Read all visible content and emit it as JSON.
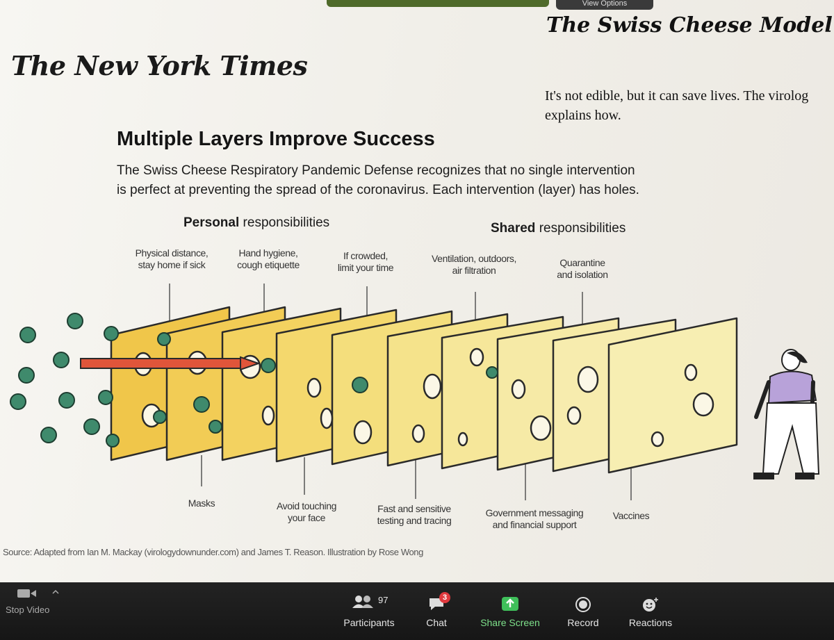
{
  "zoom_top": {
    "view_options": "View Options"
  },
  "article": {
    "logo": "The New York Times",
    "headline": "The Swiss Cheese Model of Defense",
    "subhead_line1": "It's not edible, but it can save lives. The virolog",
    "subhead_line2": "explains how."
  },
  "graphic": {
    "title": "Multiple Layers Improve Success",
    "intro_line1": "The Swiss Cheese Respiratory Pandemic Defense recognizes that no single intervention",
    "intro_line2": "is perfect at preventing the spread of the coronavirus. Each intervention (layer) has holes.",
    "personal_bold": "Personal",
    "personal_rest": " responsibilities",
    "shared_bold": "Shared",
    "shared_rest": " responsibilities",
    "top_labels": [
      {
        "l1": "Physical distance,",
        "l2": "stay home if sick"
      },
      {
        "l1": "Hand hygiene,",
        "l2": "cough etiquette"
      },
      {
        "l1": "If crowded,",
        "l2": "limit your time"
      },
      {
        "l1": "Ventilation, outdoors,",
        "l2": "air filtration"
      },
      {
        "l1": "Quarantine",
        "l2": "and isolation"
      }
    ],
    "bottom_labels": [
      {
        "l1": "Masks",
        "l2": ""
      },
      {
        "l1": "Avoid touching",
        "l2": "your face"
      },
      {
        "l1": "Fast and sensitive",
        "l2": "testing and tracing"
      },
      {
        "l1": "Government messaging",
        "l2": "and financial support"
      },
      {
        "l1": "Vaccines",
        "l2": ""
      }
    ],
    "source": "Source: Adapted from Ian M. Mackay (virologydownunder.com) and James T. Reason. Illustration by Rose Wong",
    "colors": {
      "cheese_dark": "#f0c64a",
      "cheese_light": "#f7eeb2",
      "virus": "#3f8a6c",
      "arrow": "#e0553a",
      "person_top": "#b8a2d9"
    }
  },
  "zoom_bar": {
    "stop_video": "Stop Video",
    "participants_label": "Participants",
    "participants_count": "97",
    "chat_label": "Chat",
    "chat_badge": "3",
    "share_label": "Share Screen",
    "record_label": "Record",
    "reactions_label": "Reactions"
  }
}
